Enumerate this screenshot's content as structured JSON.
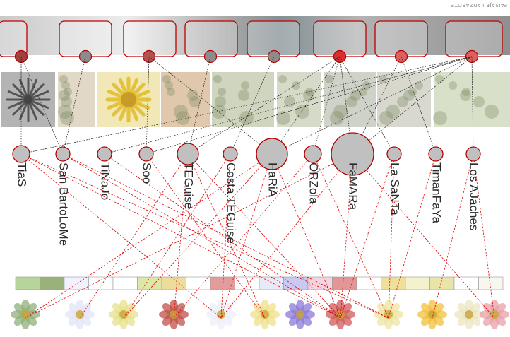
{
  "corner_title": "PAISAJE LANZAROTE",
  "colors": {
    "landscape_frame": "#c00000",
    "link_black": "#222222",
    "link_red": "#e00000",
    "node_fill": "#c0c0c0",
    "node_stroke": "#b40000"
  },
  "landscapes": [
    {
      "fill": "#a04040"
    },
    {
      "fill": "#8c8c8c"
    },
    {
      "fill": "#b45050"
    },
    {
      "fill": "#8c8c8c"
    },
    {
      "fill": "#8c8c8c"
    },
    {
      "fill": "#d83030"
    },
    {
      "fill": "#dc6060"
    },
    {
      "fill": "#dc6060"
    }
  ],
  "plant_photos": [
    {
      "icon": "agave-icon",
      "color": "#777777"
    },
    {
      "icon": "dry-plant-icon",
      "color": "#c8b89a"
    },
    {
      "icon": "sunflower-icon",
      "color": "#e7d37a"
    },
    {
      "icon": "succulent-icon",
      "color": "#c79a6a"
    },
    {
      "icon": "lichen-icon",
      "color": "#a7b38a"
    },
    {
      "icon": "lichen-icon",
      "color": "#b4bd9c"
    },
    {
      "icon": "shrub-icon",
      "color": "#a8ad9a"
    },
    {
      "icon": "shrub-icon",
      "color": "#b8b8a8"
    },
    {
      "icon": "shrub-icon",
      "color": "#b9c79f"
    }
  ],
  "municipalities": [
    {
      "label": "TiaS",
      "r": 12
    },
    {
      "label": "San BartoLoMe",
      "r": 10
    },
    {
      "label": "TiNaJo",
      "r": 10
    },
    {
      "label": "Soo",
      "r": 10
    },
    {
      "label": "TEGuise",
      "r": 15
    },
    {
      "label": "Costa TEGuise",
      "r": 10
    },
    {
      "label": "HaRiA",
      "r": 22
    },
    {
      "label": "ORZola",
      "r": 12
    },
    {
      "label": "FaMARa",
      "r": 30
    },
    {
      "label": "La SaNTa",
      "r": 10
    },
    {
      "label": "TimanFaYa",
      "r": 10
    },
    {
      "label": "Los AJaches",
      "r": 10
    }
  ],
  "color_strip": [
    "#b7d49b",
    "#9ab17b",
    "#f2f2ff",
    "#ffffff",
    "#ffffff",
    "#dfe7a6",
    "#eedc9a",
    "#ffffff",
    "#e29c9c",
    "#ffffff",
    "#e7ebf7",
    "#c9c9f2",
    "#f6d3e0",
    "#e49696",
    "#ffffff",
    "#f0df9a",
    "#f3f2cc",
    "#e9e4a8",
    "#ffffff",
    "#f7f7f0"
  ],
  "flowers": [
    {
      "icon": "green-succulent-flower-icon",
      "color": "#8fb07a"
    },
    {
      "icon": "white-petunia-icon",
      "color": "#e2e6f6"
    },
    {
      "icon": "yellow-star-flower-icon",
      "color": "#e6e08a"
    },
    {
      "icon": "red-thistle-icon",
      "color": "#c0504a"
    },
    {
      "icon": "white-bell-flower-icon",
      "color": "#eeeefa"
    },
    {
      "icon": "yellow-flower-icon",
      "color": "#efe08a"
    },
    {
      "icon": "purple-iris-icon",
      "color": "#8c7ad8"
    },
    {
      "icon": "red-cluster-flower-icon",
      "color": "#d25a5a"
    },
    {
      "icon": "pale-yellow-flower-icon",
      "color": "#efe4a0"
    },
    {
      "icon": "sunflower-icon",
      "color": "#f0c23c"
    },
    {
      "icon": "pale-daisy-icon",
      "color": "#eae6c2"
    },
    {
      "icon": "pink-flower-icon",
      "color": "#e7a0a8"
    }
  ],
  "links_black": [
    [
      0,
      0
    ],
    [
      0,
      1
    ],
    [
      1,
      1
    ],
    [
      2,
      3
    ],
    [
      2,
      6
    ],
    [
      3,
      4
    ],
    [
      4,
      5
    ],
    [
      5,
      4
    ],
    [
      5,
      6
    ],
    [
      5,
      7
    ],
    [
      5,
      8
    ],
    [
      5,
      9
    ],
    [
      6,
      8
    ],
    [
      6,
      10
    ],
    [
      7,
      8
    ],
    [
      7,
      6
    ],
    [
      7,
      11
    ],
    [
      7,
      3
    ],
    [
      7,
      0
    ],
    [
      7,
      2
    ]
  ],
  "links_red": [
    [
      0,
      4
    ],
    [
      0,
      7
    ],
    [
      0,
      8
    ],
    [
      1,
      7
    ],
    [
      1,
      8
    ],
    [
      2,
      7
    ],
    [
      3,
      5
    ],
    [
      4,
      1
    ],
    [
      4,
      3
    ],
    [
      4,
      5
    ],
    [
      4,
      7
    ],
    [
      5,
      2
    ],
    [
      5,
      4
    ],
    [
      6,
      0
    ],
    [
      6,
      2
    ],
    [
      6,
      4
    ],
    [
      6,
      7
    ],
    [
      7,
      3
    ],
    [
      7,
      8
    ],
    [
      8,
      0
    ],
    [
      8,
      4
    ],
    [
      8,
      7
    ],
    [
      8,
      11
    ],
    [
      9,
      7
    ],
    [
      9,
      8
    ],
    [
      10,
      8
    ],
    [
      11,
      9
    ],
    [
      11,
      11
    ]
  ]
}
